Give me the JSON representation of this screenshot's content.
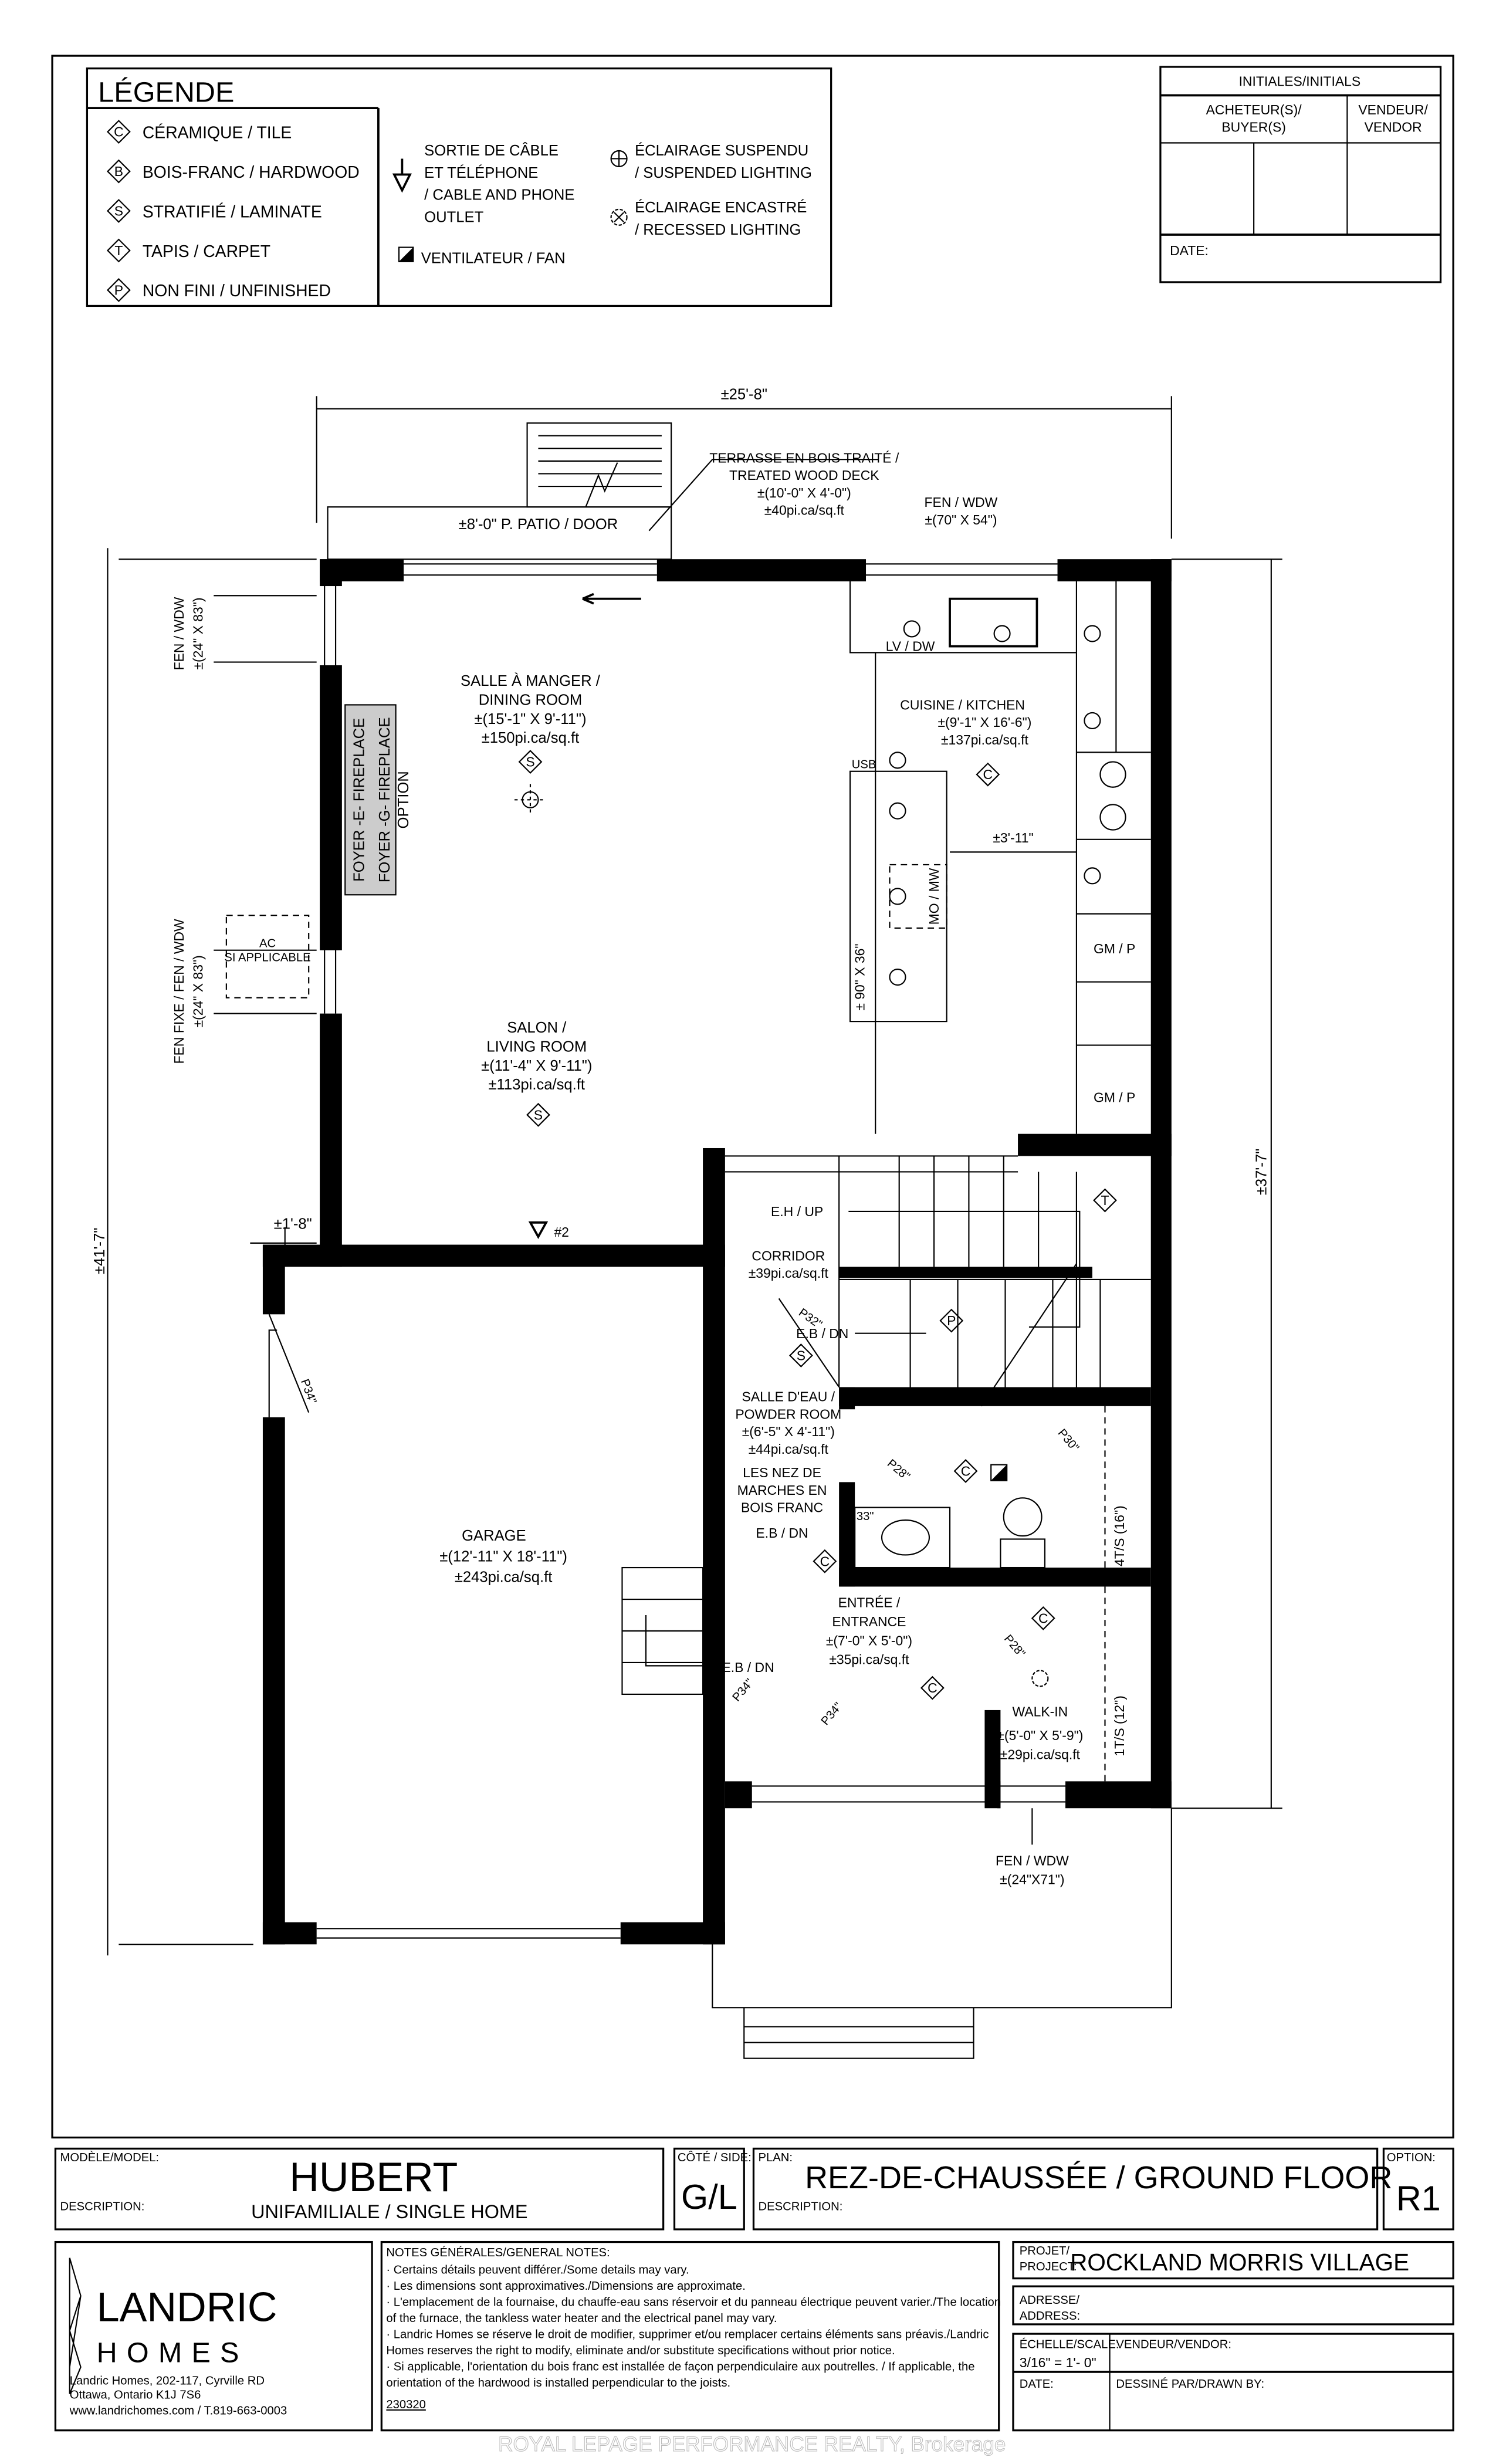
{
  "legend": {
    "title": "LÉGENDE",
    "flooring": [
      {
        "symbol": "C",
        "label": "CÉRAMIQUE / TILE"
      },
      {
        "symbol": "B",
        "label": "BOIS-FRANC / HARDWOOD"
      },
      {
        "symbol": "S",
        "label": "STRATIFIÉ / LAMINATE"
      },
      {
        "symbol": "T",
        "label": "TAPIS / CARPET"
      },
      {
        "symbol": "P",
        "label": "NON FINI / UNFINISHED"
      }
    ],
    "cable": [
      "SORTIE DE CÂBLE",
      "ET TÉLÉPHONE",
      "/ CABLE AND PHONE",
      "OUTLET"
    ],
    "fan": "VENTILATEUR / FAN",
    "suspended": [
      "ÉCLAIRAGE SUSPENDU",
      "/ SUSPENDED LIGHTING"
    ],
    "recessed": [
      "ÉCLAIRAGE  ENCASTRÉ",
      "/ RECESSED LIGHTING"
    ]
  },
  "initials": {
    "title": "INITIALES/INITIALS",
    "buyer": [
      "ACHETEUR(S)/",
      "BUYER(S)"
    ],
    "vendor": [
      "VENDEUR/",
      "VENDOR"
    ],
    "date": "DATE:"
  },
  "plan": {
    "overall_width": "±25'-8\"",
    "overall_depth_left": "±41'-7\"",
    "overall_depth_right": "±37'-7\"",
    "offset": "±1'-8\"",
    "deck": [
      "TERRASSE EN BOIS TRAITÉ /",
      "TREATED WOOD DECK",
      "±(10'-0\" X 4'-0\")",
      "±40pi.ca/sq.ft"
    ],
    "patio_door": "±8'-0\" P. PATIO / DOOR",
    "kitchen_window": [
      "FEN / WDW",
      "±(70\" X 54\")"
    ],
    "dining_window": [
      "FEN / WDW",
      "±(24\" X 83\")"
    ],
    "living_window": [
      "FEN FIXE / FEN / WDW",
      "±(24\" X 83\")"
    ],
    "ac": [
      "AC",
      "SI APPLICABLE"
    ],
    "fireplace": [
      "FOYER -E- FIREPLACE",
      "FOYER -G- FIREPLACE",
      "OPTION"
    ],
    "dining": [
      "SALLE À MANGER /",
      "DINING ROOM",
      "±(15'-1\" X 9'-11\")",
      "±150pi.ca/sq.ft"
    ],
    "living": [
      "SALON /",
      "LIVING ROOM",
      "±(11'-4\" X 9'-11\")",
      "±113pi.ca/sq.ft"
    ],
    "kitchen": [
      "CUISINE / KITCHEN",
      "±(9'-1\" X 16'-6\")",
      "±137pi.ca/sq.ft"
    ],
    "lv_dw": "LV / DW",
    "usb": "USB",
    "mo_mw": "MO / MW",
    "island": "± 90\" X 36\"",
    "counter_dim": "±3'-11\"",
    "pantry1": "GM / P",
    "pantry2": "GM / P",
    "outlet_no": "#2",
    "eh_up": "E.H / UP",
    "corridor": [
      "CORRIDOR",
      "±39pi.ca/sq.ft"
    ],
    "eb_dn": "E.B / DN",
    "p32": "P32\"",
    "powder": [
      "SALLE D'EAU /",
      "POWDER ROOM",
      "±(6'-5\" X 4'-11\")",
      "±44pi.ca/sq.ft"
    ],
    "nosing": [
      "LES NEZ DE",
      "MARCHES EN",
      "BOIS FRANC"
    ],
    "eb_dn2": "E.B / DN",
    "vanity": "33\"",
    "p28a": "P28\"",
    "p30": "P30\"",
    "riser4": "4T/S (16\")",
    "riser1": "1T/S (12\")",
    "garage": [
      "GARAGE",
      "±(12'-11\" X 18'-11\")",
      "±243pi.ca/sq.ft"
    ],
    "p34_garage": "P34\"",
    "eb_dn3": "E.B / DN",
    "p34a": "P34\"",
    "p34b": "P34\"",
    "entrance": [
      "ENTRÉE /",
      "ENTRANCE",
      "±(7'-0\" X 5'-0\")",
      "±35pi.ca/sq.ft"
    ],
    "p28b": "P28\"",
    "walkin": [
      "WALK-IN",
      "±(5'-0\" X 5'-9\")",
      "±29pi.ca/sq.ft"
    ],
    "front_window": [
      "FEN / WDW",
      "±(24\"X71\")"
    ]
  },
  "title_block": {
    "model_label": "MODÈLE/MODEL:",
    "model": "HUBERT",
    "description_label": "DESCRIPTION:",
    "description": "UNIFAMILIALE / SINGLE HOME",
    "side_label": "CÔTÉ / SIDE:",
    "side": "G/L",
    "plan_label": "PLAN:",
    "plan": "REZ-DE-CHAUSSÉE / GROUND FLOOR",
    "plan_description_label": "DESCRIPTION:",
    "option_label": "OPTION:",
    "option": "R1"
  },
  "company": {
    "name": "LANDRIC",
    "sub": "HOMES",
    "address": [
      "Landric Homes, 202-117, Cyrville RD",
      "Ottawa, Ontario K1J 7S6",
      "www.landrichomes.com / T.819-663-0003"
    ]
  },
  "notes": {
    "title": "NOTES GÉNÉRALES/GENERAL NOTES:",
    "lines": [
      "· Certains détails peuvent différer./Some details may vary.",
      "· Les dimensions sont approximatives./Dimensions are approximate.",
      "· L'emplacement de la fournaise, du chauffe-eau sans réservoir et du panneau électrique peuvent varier./The location",
      "  of the furnace, the tankless water heater and the electrical panel may vary.",
      "· Landric Homes se réserve le droit de modifier, supprimer et/ou remplacer certains éléments sans préavis./Landric",
      "  Homes reserves the right to modify, eliminate and/or substitute specifications without prior notice.",
      "· Si applicable, l'orientation du bois franc est installée de façon perpendiculaire aux poutrelles. / If applicable, the",
      "  orientation of the hardwood is installed perpendicular to the joists."
    ],
    "code": "230320"
  },
  "project": {
    "label1": "PROJET/",
    "label2": "PROJECT:",
    "name": "ROCKLAND MORRIS VILLAGE",
    "address_label1": "ADRESSE/",
    "address_label2": "ADDRESS:",
    "scale_label": "ÉCHELLE/SCALE:",
    "scale": "3/16\" = 1'- 0\"",
    "vendor_label": "VENDEUR/VENDOR:",
    "date_label": "DATE:",
    "drawn_label": "DESSINÉ PAR/DRAWN BY:"
  },
  "watermark": "ROYAL LEPAGE PERFORMANCE REALTY, Brokerage"
}
